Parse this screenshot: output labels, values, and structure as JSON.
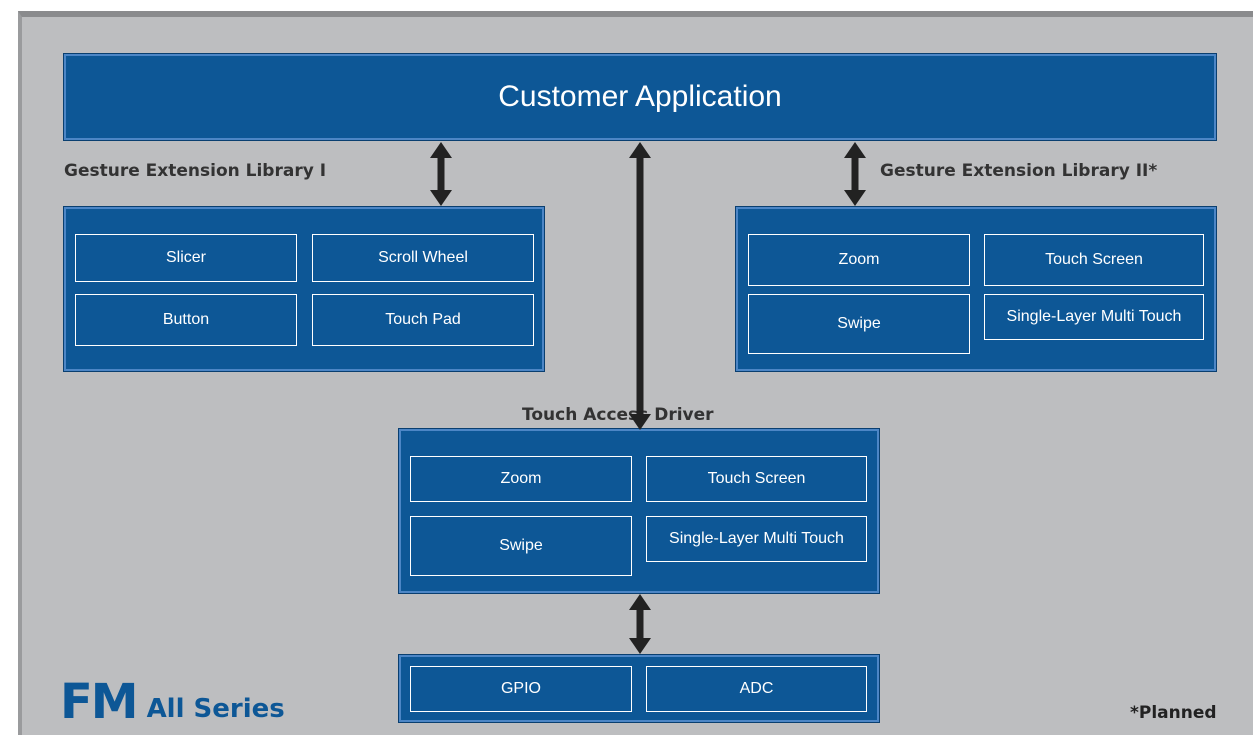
{
  "customer_app": {
    "label": "Customer Application"
  },
  "gesture_lib_1": {
    "title": "Gesture Extension Library I",
    "items": [
      "Slicer",
      "Scroll Wheel",
      "Button",
      "Touch Pad"
    ]
  },
  "gesture_lib_2": {
    "title": "Gesture Extension Library II*",
    "items": [
      "Zoom",
      "Touch Screen",
      "Swipe",
      "Single-Layer Multi Touch"
    ]
  },
  "touch_driver": {
    "title": "Touch Access Driver",
    "items": [
      "Zoom",
      "Touch Screen",
      "Swipe",
      "Single-Layer Multi Touch"
    ]
  },
  "hardware": {
    "items": [
      "GPIO",
      "ADC"
    ]
  },
  "logo": {
    "mark": "FM",
    "series": "All Series"
  },
  "footnote": "*Planned",
  "colors": {
    "box_fill": "#0d5796",
    "background": "#bdbec0",
    "logo": "#0d5796"
  }
}
